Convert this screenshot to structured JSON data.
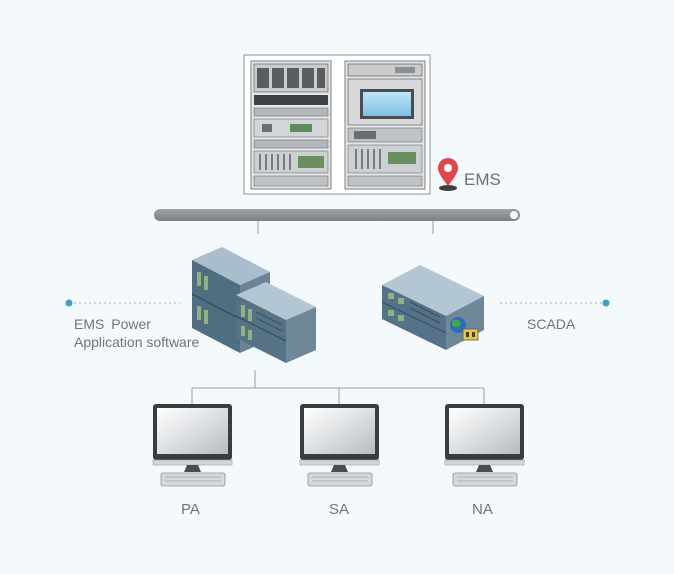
{
  "labels": {
    "ems": "EMS",
    "ems_power": "EMS Power",
    "application_software": "Application software",
    "scada": "SCADA",
    "pa": "PA",
    "sa": "SA",
    "na": "NA"
  },
  "colors": {
    "background": "#f4f9fb",
    "bus": "#8c8f92",
    "connector": "#9aa0a4",
    "dot": "#3aa3c4",
    "server_front": "#4e6a7e",
    "server_top": "#9fb4c4",
    "server_side": "#6c8598",
    "monitor_frame": "#3a3d40",
    "location_pin": "#e0474c"
  },
  "icons": {
    "cabinets": "server-cabinet-icon",
    "pin": "location-pin-icon",
    "server_cluster": "server-cluster-icon",
    "scada_server": "scada-server-icon",
    "workstation": "workstation-monitor-icon"
  }
}
